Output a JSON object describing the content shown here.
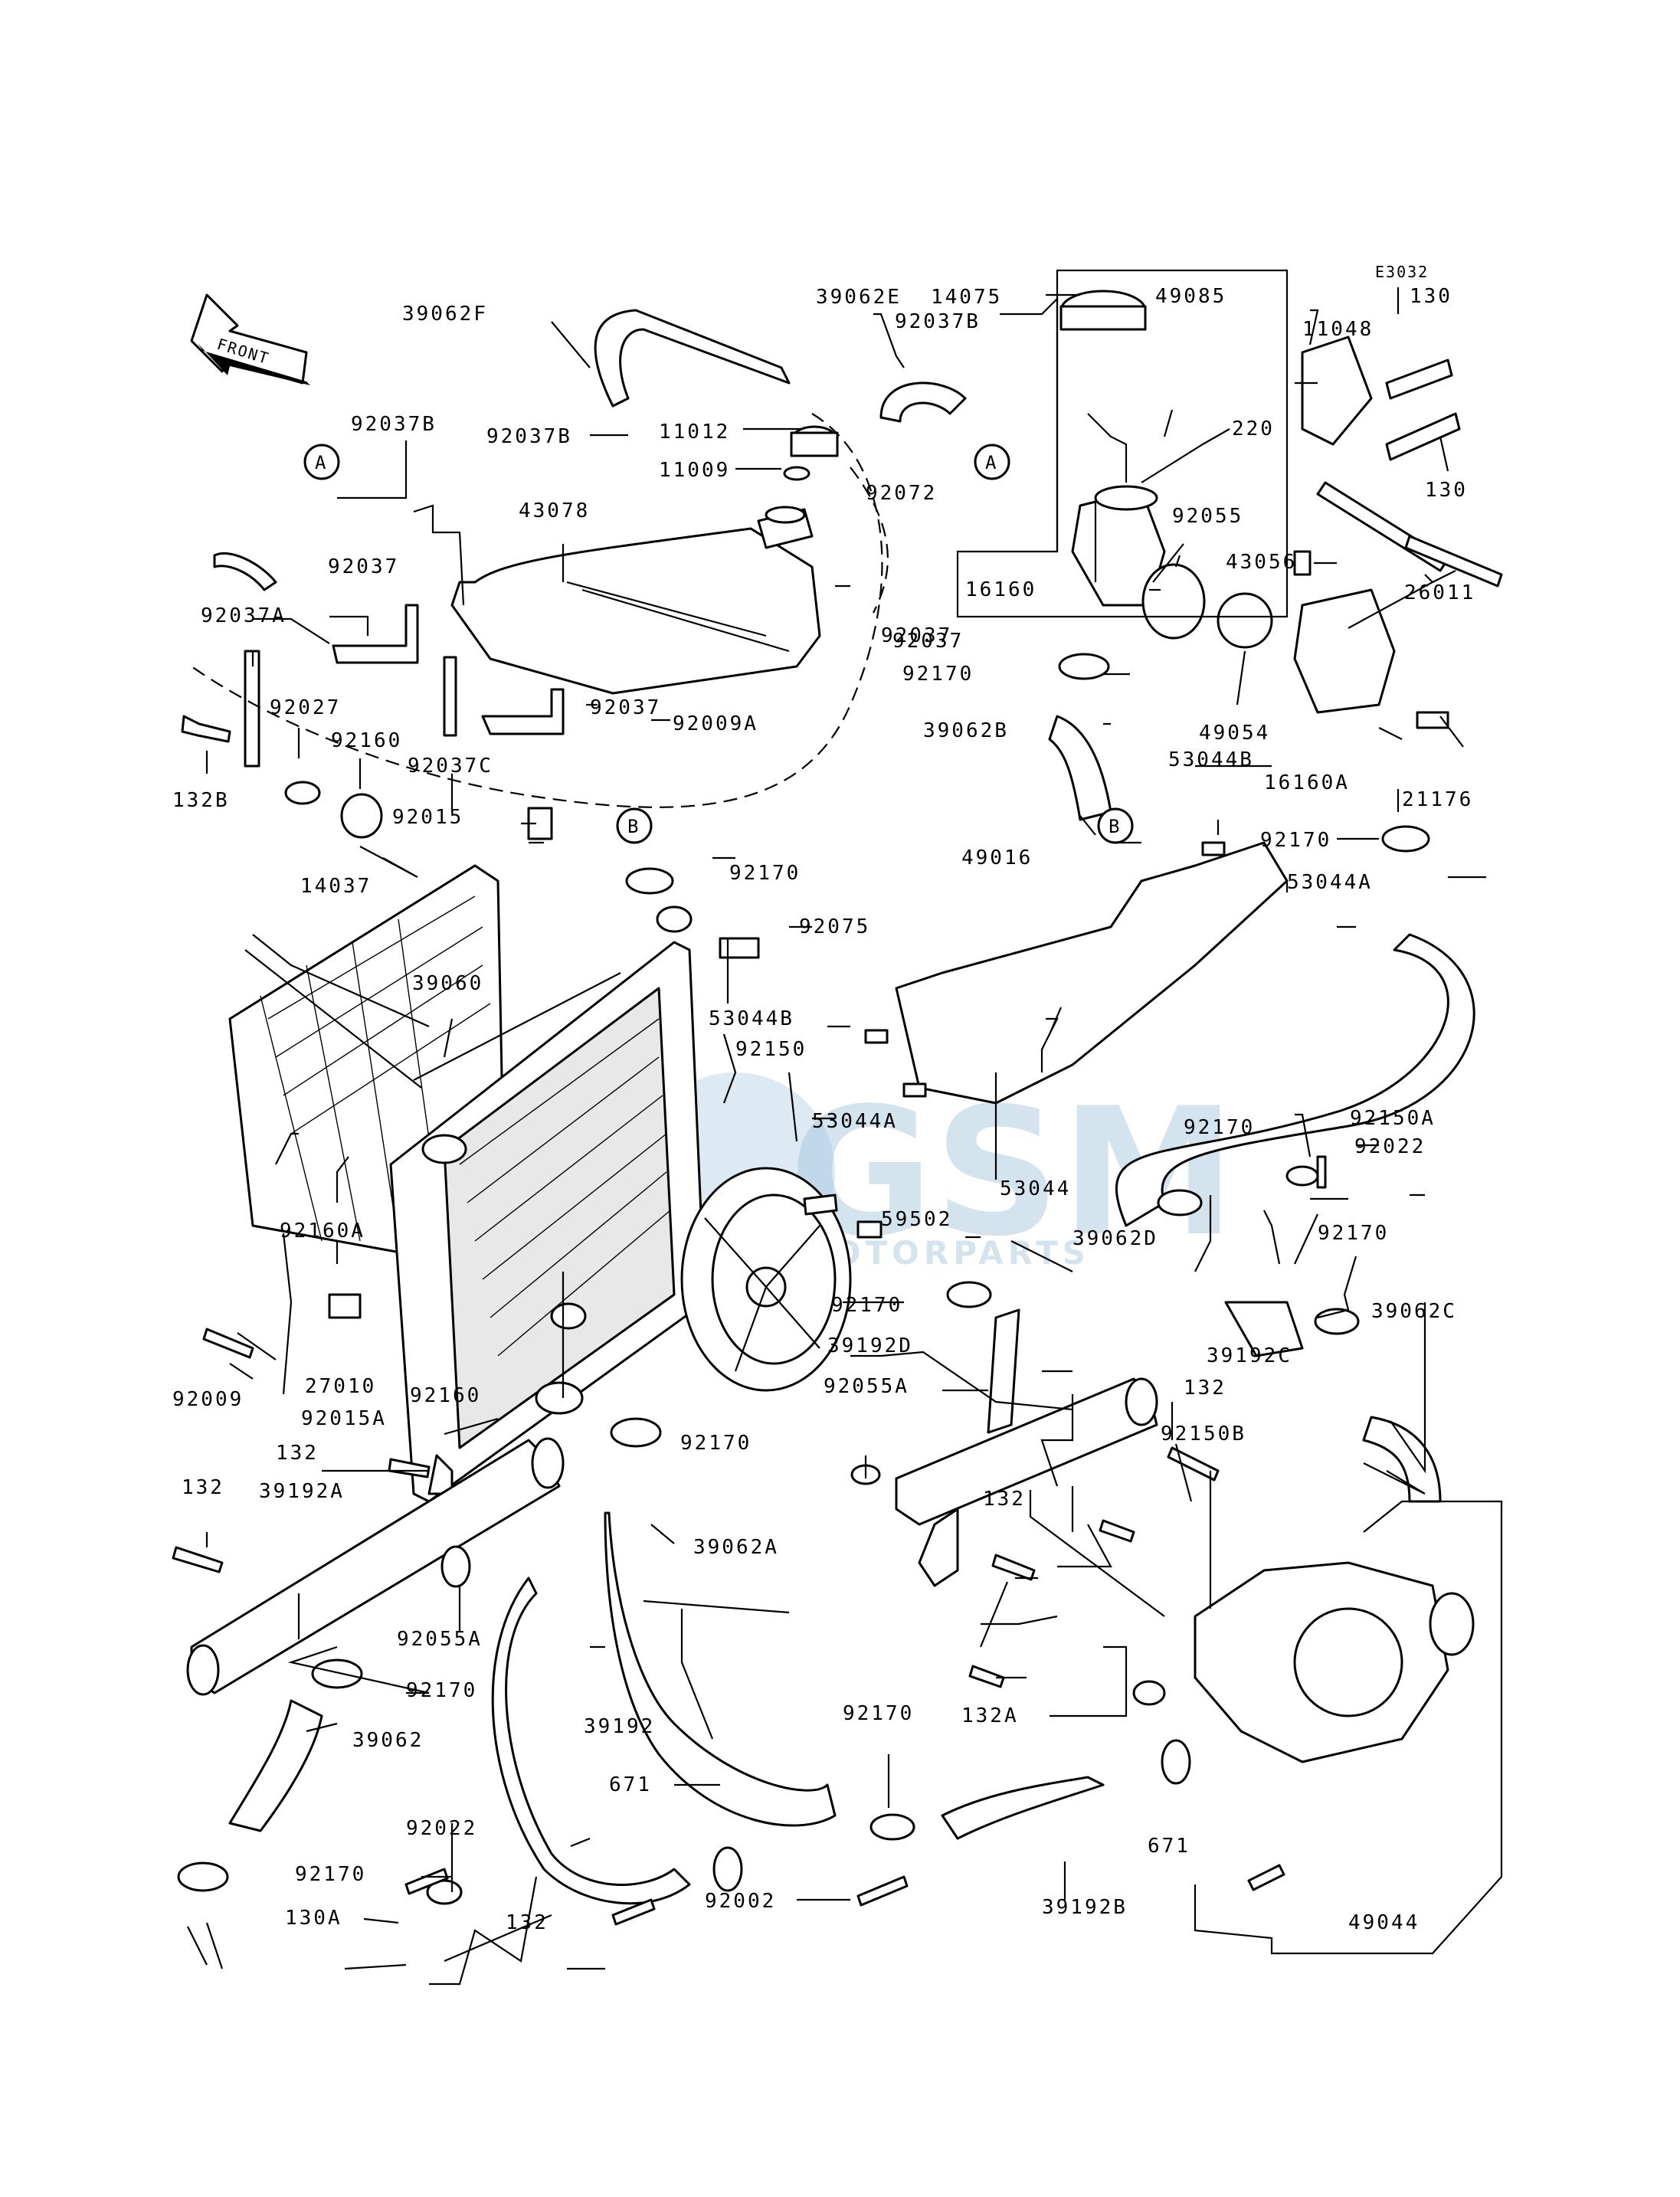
{
  "diagram_code": "E3032",
  "front_label": "FRONT",
  "watermark": {
    "main": "GSM",
    "sub": "MOTORPARTS"
  },
  "refs": [
    "A",
    "A",
    "B",
    "B"
  ],
  "parts": [
    "39062F",
    "92037B",
    "92037B",
    "11012",
    "11009",
    "43078",
    "92037",
    "92037A",
    "92037",
    "92027",
    "92037",
    "92009A",
    "92160",
    "92037C",
    "92015",
    "132B",
    "14037",
    "39060",
    "92170",
    "92075",
    "53044B",
    "92150",
    "53044A",
    "92160A",
    "27010",
    "92009",
    "92015A",
    "92160",
    "92170",
    "132",
    "132",
    "39192A",
    "92055A",
    "92170",
    "39062",
    "92022",
    "92170",
    "130A",
    "132",
    "39192",
    "671",
    "39062A",
    "39062E",
    "14075",
    "92037B",
    "92072",
    "92037",
    "49085",
    "11048",
    "130",
    "130",
    "220",
    "92055",
    "43056",
    "16160",
    "26011",
    "92170",
    "39062B",
    "49054",
    "16160A",
    "53044B",
    "21176",
    "92170",
    "53044A",
    "49016",
    "53044",
    "92150A",
    "92022",
    "92170",
    "59502",
    "39062D",
    "92170",
    "92170",
    "39192D",
    "39192C",
    "39062C",
    "92055A",
    "132",
    "92150B",
    "132",
    "132A",
    "92170",
    "671",
    "92002",
    "39192B",
    "49044"
  ]
}
